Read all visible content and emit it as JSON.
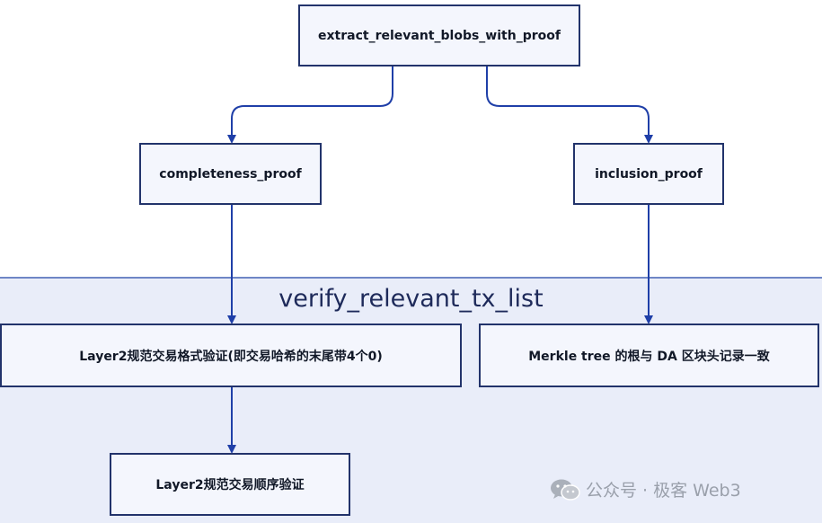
{
  "nodes": {
    "extract": "extract_relevant_blobs_with_proof",
    "completeness": "completeness_proof",
    "inclusion": "inclusion_proof",
    "format_check": "Layer2规范交易格式验证(即交易哈希的末尾带4个0)",
    "merkle_check": "Merkle tree 的根与 DA 区块头记录一致",
    "order_check": "Layer2规范交易顺序验证"
  },
  "group": {
    "title": "verify_relevant_tx_list"
  },
  "watermark": {
    "text": "公众号 · 极客 Web3",
    "icon": "wechat-icon"
  },
  "colors": {
    "edge": "#1f3fa8",
    "node_border": "#22336b",
    "group_bg": "#e9edf9"
  }
}
